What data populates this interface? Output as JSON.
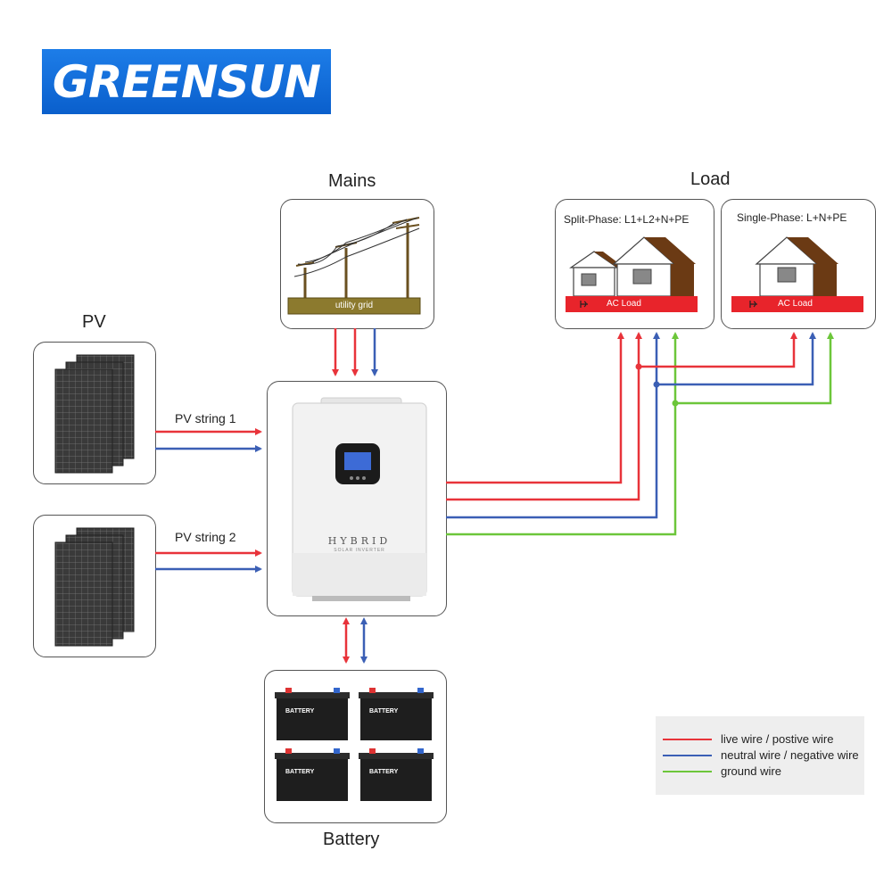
{
  "brand": {
    "name": "GREENSUN"
  },
  "titles": {
    "mains": "Mains",
    "load": "Load",
    "pv": "PV",
    "battery": "Battery"
  },
  "mains": {
    "grid_label": "utility grid"
  },
  "pv_strings": [
    {
      "label": "PV string 1"
    },
    {
      "label": "PV string 2"
    }
  ],
  "load": {
    "split_phase": {
      "label": "Split-Phase:  L1+L2+N+PE",
      "bar_label": "AC Load"
    },
    "single_phase": {
      "label": "Single-Phase:  L+N+PE",
      "bar_label": "AC Load"
    }
  },
  "inverter": {
    "brand_text": "HYBRID",
    "sub_text": "SOLAR INVERTER"
  },
  "batteries": [
    {
      "label": "BATTERY"
    },
    {
      "label": "BATTERY"
    },
    {
      "label": "BATTERY"
    },
    {
      "label": "BATTERY"
    }
  ],
  "legend": [
    {
      "label": "live wire / postive wire",
      "color": "#e8333a"
    },
    {
      "label": "neutral wire / negative wire",
      "color": "#3b5fb5"
    },
    {
      "label": "ground wire",
      "color": "#6cc63a"
    }
  ],
  "colors": {
    "live": "#e8333a",
    "neutral": "#3b5fb5",
    "ground": "#6cc63a",
    "ac_bar": "#e8242b",
    "roof": "#6b3a14"
  }
}
